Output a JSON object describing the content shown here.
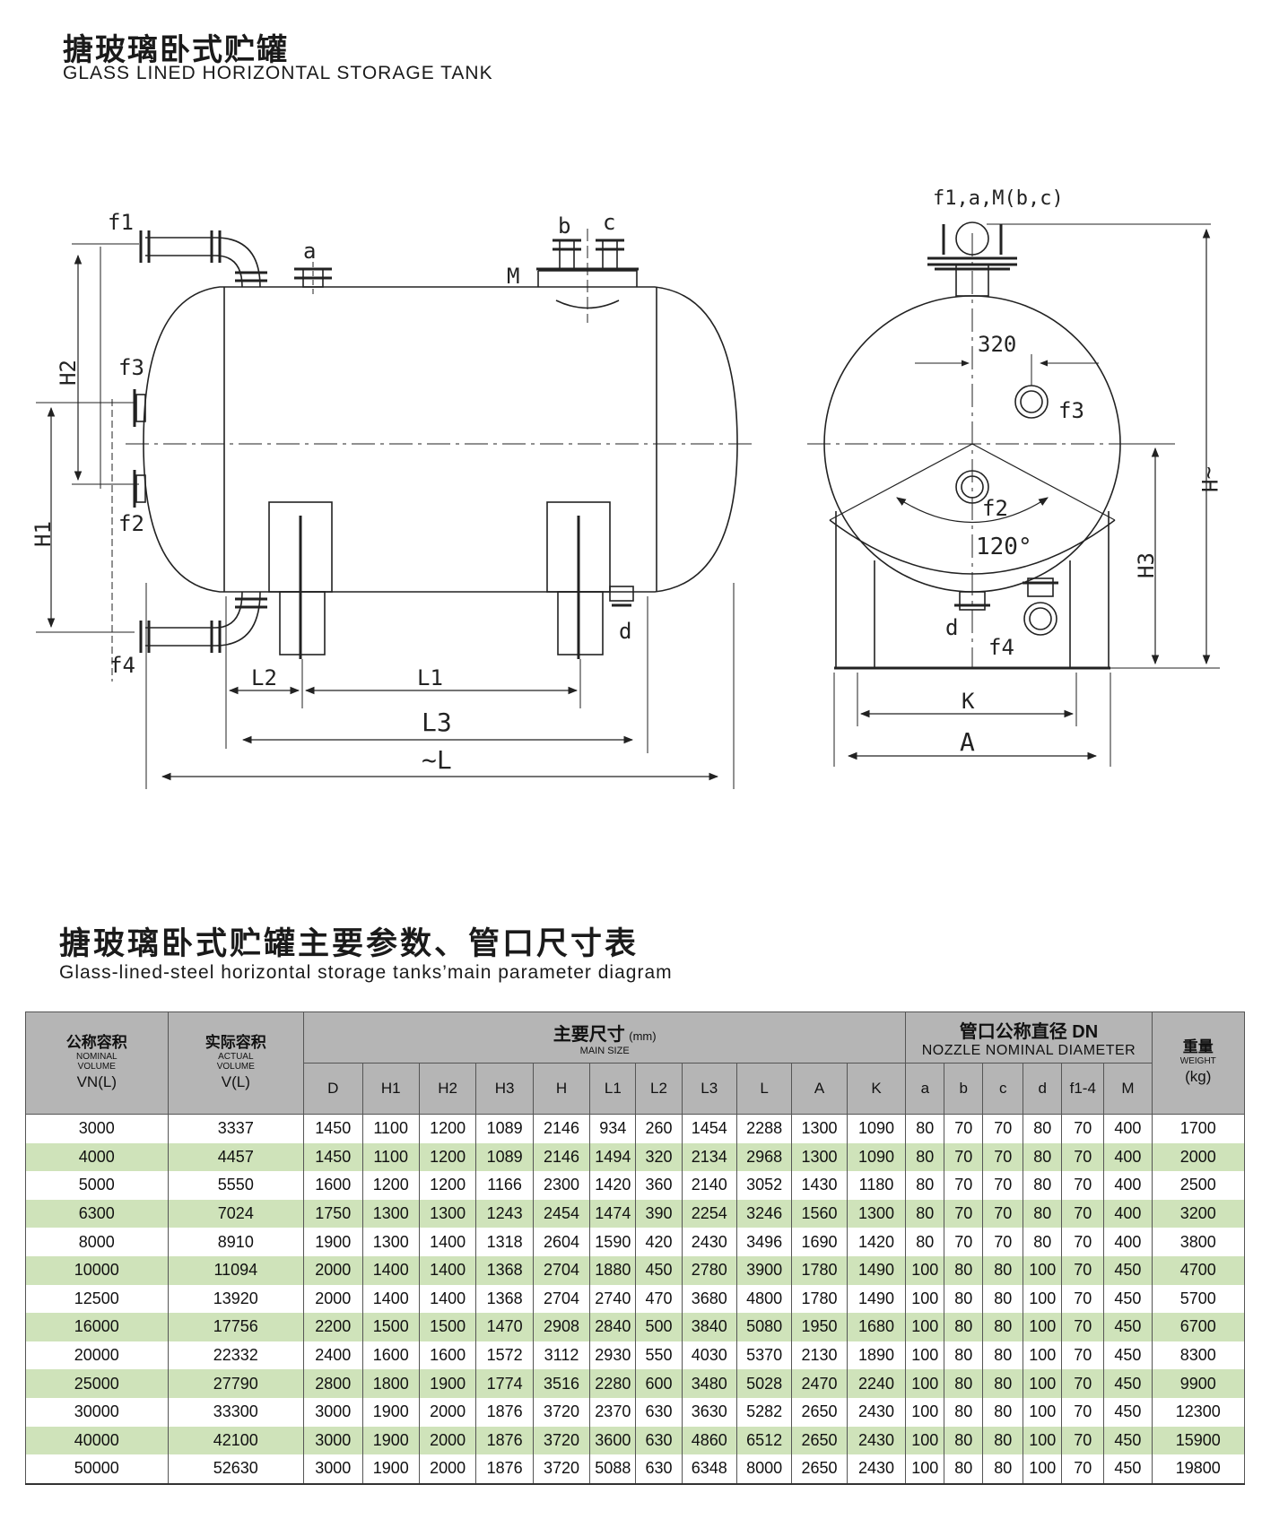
{
  "title": {
    "cn": "搪玻璃卧式贮罐",
    "en": "GLASS LINED HORIZONTAL STORAGE TANK"
  },
  "drawing": {
    "labels": {
      "f1": "f1",
      "f2": "f2",
      "f3": "f3",
      "f4": "f4",
      "a": "a",
      "b": "b",
      "c": "c",
      "d": "d",
      "M": "M",
      "H1": "H1",
      "H2": "H2",
      "H3": "H3",
      "H": "~H",
      "L1": "L1",
      "L2": "L2",
      "L3": "L3",
      "L": "~L",
      "K": "K",
      "A": "A",
      "top_nozzles": "f1,a,M(b,c)",
      "dim_320": "320",
      "angle": "120°"
    }
  },
  "table_heading": {
    "cn": "搪玻璃卧式贮罐主要参数、管口尺寸表",
    "en": "Glass-lined-steel horizontal storage tanks’main parameter diagram"
  },
  "table": {
    "nominal_volume": {
      "cn": "公称容积",
      "en1": "NOMINAL",
      "en2": "VOLUME",
      "unit": "VN(L)"
    },
    "actual_volume": {
      "cn": "实际容积",
      "en1": "ACTUAL",
      "en2": "VOLUME",
      "unit": "V(L)"
    },
    "main_size": {
      "cn": "主要尺寸",
      "unit": "(mm)",
      "en": "MAIN SIZE"
    },
    "nozzle": {
      "cn": "管口公称直径 DN",
      "en": "NOZZLE NOMINAL DIAMETER"
    },
    "weight": {
      "cn": "重量",
      "en": "WEIGHT",
      "unit": "(kg)"
    },
    "main_cols": [
      "D",
      "H1",
      "H2",
      "H3",
      "H",
      "L1",
      "L2",
      "L3",
      "L",
      "A",
      "K"
    ],
    "nozzle_cols": [
      "a",
      "b",
      "c",
      "d",
      "f1-4",
      "M"
    ],
    "rows": [
      [
        "3000",
        "3337",
        "1450",
        "1100",
        "1200",
        "1089",
        "2146",
        "934",
        "260",
        "1454",
        "2288",
        "1300",
        "1090",
        "80",
        "70",
        "70",
        "80",
        "70",
        "400",
        "1700"
      ],
      [
        "4000",
        "4457",
        "1450",
        "1100",
        "1200",
        "1089",
        "2146",
        "1494",
        "320",
        "2134",
        "2968",
        "1300",
        "1090",
        "80",
        "70",
        "70",
        "80",
        "70",
        "400",
        "2000"
      ],
      [
        "5000",
        "5550",
        "1600",
        "1200",
        "1200",
        "1166",
        "2300",
        "1420",
        "360",
        "2140",
        "3052",
        "1430",
        "1180",
        "80",
        "70",
        "70",
        "80",
        "70",
        "400",
        "2500"
      ],
      [
        "6300",
        "7024",
        "1750",
        "1300",
        "1300",
        "1243",
        "2454",
        "1474",
        "390",
        "2254",
        "3246",
        "1560",
        "1300",
        "80",
        "70",
        "70",
        "80",
        "70",
        "400",
        "3200"
      ],
      [
        "8000",
        "8910",
        "1900",
        "1300",
        "1400",
        "1318",
        "2604",
        "1590",
        "420",
        "2430",
        "3496",
        "1690",
        "1420",
        "80",
        "70",
        "70",
        "80",
        "70",
        "400",
        "3800"
      ],
      [
        "10000",
        "11094",
        "2000",
        "1400",
        "1400",
        "1368",
        "2704",
        "1880",
        "450",
        "2780",
        "3900",
        "1780",
        "1490",
        "100",
        "80",
        "80",
        "100",
        "70",
        "450",
        "4700"
      ],
      [
        "12500",
        "13920",
        "2000",
        "1400",
        "1400",
        "1368",
        "2704",
        "2740",
        "470",
        "3680",
        "4800",
        "1780",
        "1490",
        "100",
        "80",
        "80",
        "100",
        "70",
        "450",
        "5700"
      ],
      [
        "16000",
        "17756",
        "2200",
        "1500",
        "1500",
        "1470",
        "2908",
        "2840",
        "500",
        "3840",
        "5080",
        "1950",
        "1680",
        "100",
        "80",
        "80",
        "100",
        "70",
        "450",
        "6700"
      ],
      [
        "20000",
        "22332",
        "2400",
        "1600",
        "1600",
        "1572",
        "3112",
        "2930",
        "550",
        "4030",
        "5370",
        "2130",
        "1890",
        "100",
        "80",
        "80",
        "100",
        "70",
        "450",
        "8300"
      ],
      [
        "25000",
        "27790",
        "2800",
        "1800",
        "1900",
        "1774",
        "3516",
        "2280",
        "600",
        "3480",
        "5028",
        "2470",
        "2240",
        "100",
        "80",
        "80",
        "100",
        "70",
        "450",
        "9900"
      ],
      [
        "30000",
        "33300",
        "3000",
        "1900",
        "2000",
        "1876",
        "3720",
        "2370",
        "630",
        "3630",
        "5282",
        "2650",
        "2430",
        "100",
        "80",
        "80",
        "100",
        "70",
        "450",
        "12300"
      ],
      [
        "40000",
        "42100",
        "3000",
        "1900",
        "2000",
        "1876",
        "3720",
        "3600",
        "630",
        "4860",
        "6512",
        "2650",
        "2430",
        "100",
        "80",
        "80",
        "100",
        "70",
        "450",
        "15900"
      ],
      [
        "50000",
        "52630",
        "3000",
        "1900",
        "2000",
        "1876",
        "3720",
        "5088",
        "630",
        "6348",
        "8000",
        "2650",
        "2430",
        "100",
        "80",
        "80",
        "100",
        "70",
        "450",
        "19800"
      ]
    ]
  }
}
